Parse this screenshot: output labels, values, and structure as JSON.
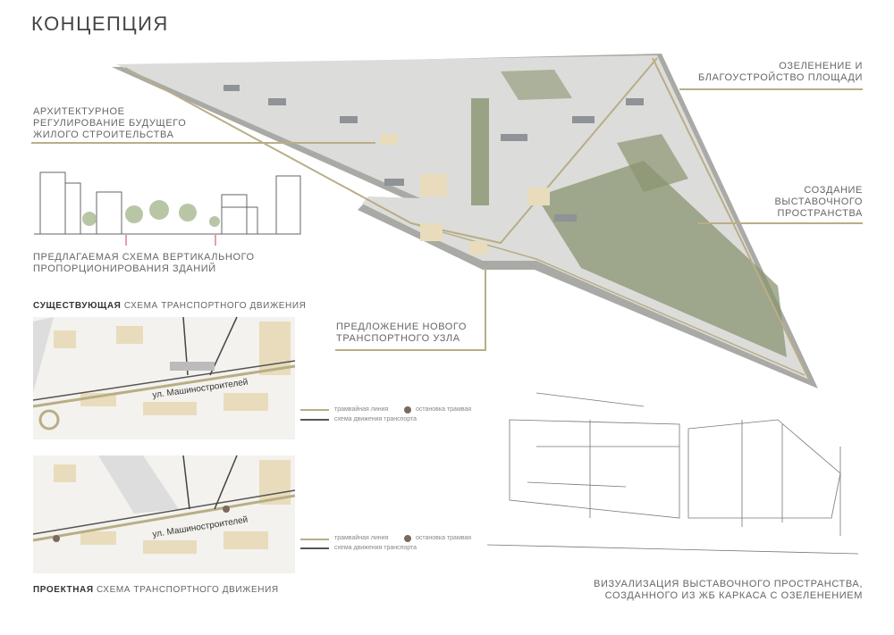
{
  "title": "КОНЦЕПЦИЯ",
  "labels": {
    "architecture": [
      "АРХИТЕКТУРНОЕ",
      "РЕГУЛИРОВАНИЕ БУДУЩЕГО",
      "ЖИЛОГО СТРОИТЕЛЬСТВА"
    ],
    "greening": [
      "ОЗЕЛЕНЕНИЕ И",
      "БЛАГОУСТРОЙСТВО ПЛОЩАДИ"
    ],
    "exhibition": [
      "СОЗДАНИЕ",
      "ВЫСТАВОЧНОГО",
      "ПРОСТРАНСТВА"
    ],
    "transport_hub": [
      "ПРЕДЛОЖЕНИЕ НОВОГО",
      "ТРАНСПОРТНОГО УЗЛА"
    ],
    "vertical": [
      "ПРЕДЛАГАЕМАЯ СХЕМА ВЕРТИКАЛЬНОГО",
      "ПРОПОРЦИОНИРОВАНИЯ ЗДАНИЙ"
    ],
    "existing_bold": "СУЩЕСТВУЮЩАЯ",
    "existing_rest": " СХЕМА ТРАНСПОРТНОГО ДВИЖЕНИЯ",
    "project_bold": "ПРОЕКТНАЯ",
    "project_rest": " СХЕМА ТРАНСПОРТНОГО ДВИЖЕНИЯ",
    "visualization": [
      "ВИЗУАЛИЗАЦИЯ ВЫСТАВОЧНОГО ПРОСТРАНСТВА,",
      "СОЗДАННОГО ИЗ ЖБ КАРКАСА С ОЗЕЛЕНЕНИЕМ"
    ]
  },
  "street": "ул. Машиностроителей",
  "legend": {
    "tram_line": "трамвайная линия",
    "tram_stop": "остановка трамвая",
    "traffic": "схема движения транспорта"
  },
  "colors": {
    "accent": "#b8ae86",
    "green": "#7d8c5e",
    "stop": "#7a6a5e",
    "building": "#e8dcbc"
  }
}
